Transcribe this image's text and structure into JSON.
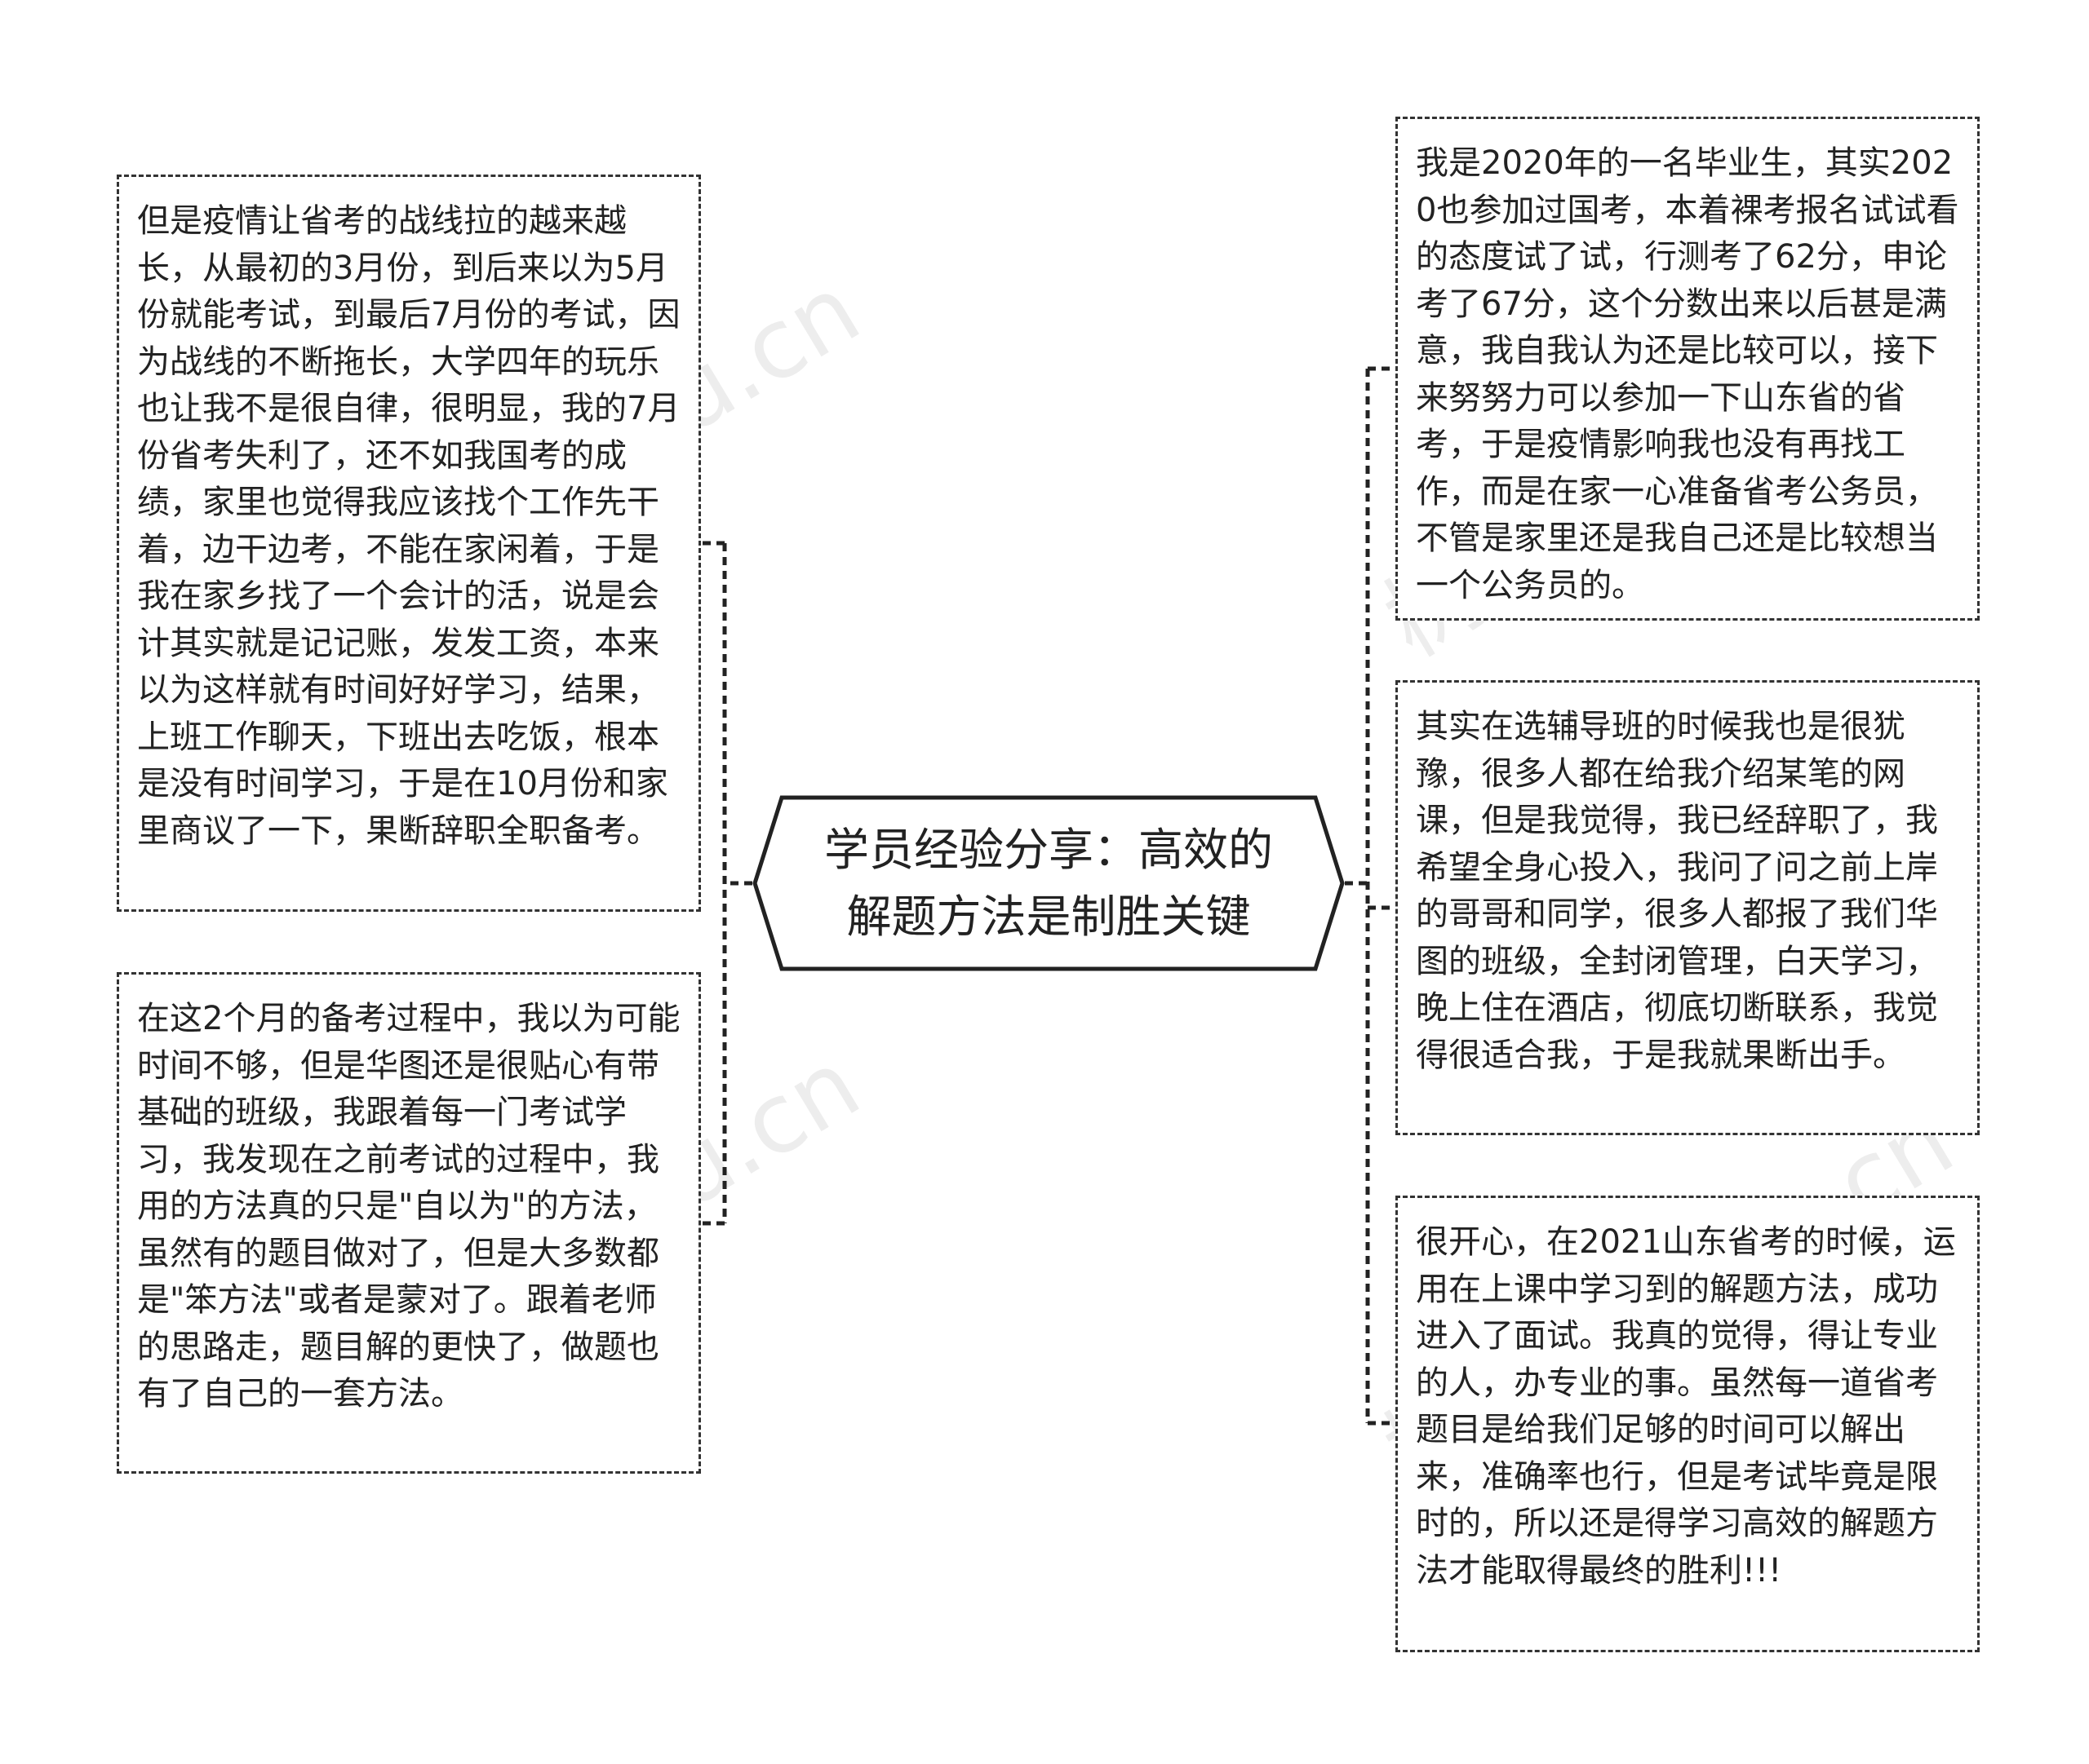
{
  "central_topic": "学员经验分享：高效的解题方法是制胜关键",
  "branches": {
    "left": [
      {
        "text": "但是疫情让省考的战线拉的越来越长，从最初的3月份，到后来以为5月份就能考试，到最后7月份的考试，因为战线的不断拖长，大学四年的玩乐也让我不是很自律，很明显，我的7月份省考失利了，还不如我国考的成绩，家里也觉得我应该找个工作先干着，边干边考，不能在家闲着，于是我在家乡找了一个会计的活，说是会计其实就是记记账，发发工资，本来以为这样就有时间好好学习，结果，上班工作聊天，下班出去吃饭，根本是没有时间学习，于是在10月份和家里商议了一下，果断辞职全职备考。"
      },
      {
        "text": "在这2个月的备考过程中，我以为可能时间不够，但是华图还是很贴心有带基础的班级，我跟着每一门考试学习，我发现在之前考试的过程中，我用的方法真的只是\"自以为\"的方法，虽然有的题目做对了，但是大多数都是\"笨方法\"或者是蒙对了。跟着老师的思路走，题目解的更快了，做题也有了自己的一套方法。"
      }
    ],
    "right": [
      {
        "text": "我是2020年的一名毕业生，其实2020也参加过国考，本着裸考报名试试看的态度试了试，行测考了62分，申论考了67分，这个分数出来以后甚是满意，我自我认为还是比较可以，接下来努努力可以参加一下山东省的省考，于是疫情影响我也没有再找工作，而是在家一心准备省考公务员，不管是家里还是我自己还是比较想当一个公务员的。"
      },
      {
        "text": "其实在选辅导班的时候我也是很犹豫，很多人都在给我介绍某笔的网课，但是我觉得，我已经辞职了，我希望全身心投入，我问了问之前上岸的哥哥和同学，很多人都报了我们华图的班级，全封闭管理，白天学习，晚上住在酒店，彻底切断联系，我觉得很适合我，于是我就果断出手。"
      },
      {
        "text": "很开心，在2021山东省考的时候，运用在上课中学习到的解题方法，成功进入了面试。我真的觉得，得让专业的人，办专业的事。虽然每一道省考题目是给我们足够的时间可以解出来，准确率也行，但是考试毕竟是限时的，所以还是得学习高效的解题方法才能取得最终的胜利!!!"
      }
    ]
  },
  "watermark": "树图 shutu.cn"
}
